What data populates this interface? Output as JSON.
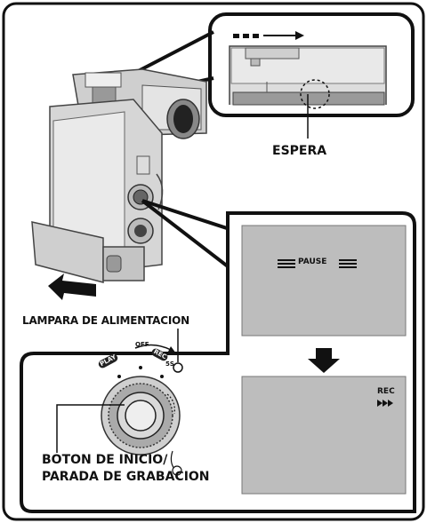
{
  "labels": {
    "espera": "ESPERA",
    "lampara": "LAMPARA DE ALIMENTACION",
    "boton_line1": "BOTON DE INICIO/",
    "boton_line2": "PARADA DE GRABACION",
    "pause": "PAUSE",
    "rec": "REC",
    "dial_play": "PLAY",
    "dial_off": "OFF",
    "dial_rec": "REC",
    "dial_5s": "5S"
  }
}
